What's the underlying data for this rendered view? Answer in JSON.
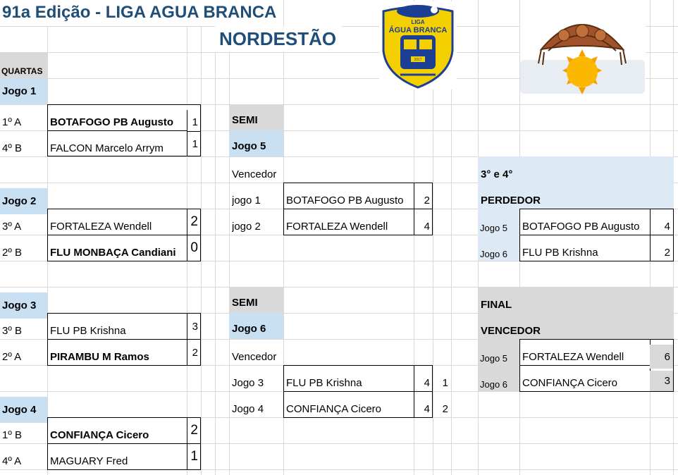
{
  "header": {
    "title": "91a Edição - LIGA AGUA BRANCA",
    "subtitle": "NORDESTÃO"
  },
  "logo": {
    "top_text": "LIGA",
    "name": "ÁGUA BRANCA",
    "year": "2017"
  },
  "quartas": {
    "label": "QUARTAS",
    "games": [
      {
        "label": "Jogo 1",
        "teams": [
          {
            "seed": "1º A",
            "name": "BOTAFOGO PB Augusto",
            "score": "1",
            "winner": true
          },
          {
            "seed": "4º B",
            "name": "FALCON Marcelo Arrym",
            "score": "1",
            "winner": false
          }
        ]
      },
      {
        "label": "Jogo 2",
        "teams": [
          {
            "seed": "3º A",
            "name": "FORTALEZA Wendell",
            "score": "2",
            "winner": false
          },
          {
            "seed": "2º B",
            "name": "FLU MONBAÇA Candiani",
            "score": "0",
            "winner": true
          }
        ]
      },
      {
        "label": "Jogo 3",
        "teams": [
          {
            "seed": "3º B",
            "name": "FLU PB Krishna",
            "score": "3",
            "winner": false
          },
          {
            "seed": "2º A",
            "name": "PIRAMBU M Ramos",
            "score": "2",
            "winner": true
          }
        ]
      },
      {
        "label": "Jogo 4",
        "teams": [
          {
            "seed": "1º B",
            "name": "CONFIANÇA Cicero",
            "score": "2",
            "winner": true
          },
          {
            "seed": "4º A",
            "name": "MAGUARY Fred",
            "score": "1",
            "winner": false
          }
        ]
      }
    ]
  },
  "semi1": {
    "label": "SEMI",
    "game": "Jogo 5",
    "vencedor": "Vencedor",
    "rows": [
      {
        "from": "jogo 1",
        "name": "BOTAFOGO PB Augusto",
        "score": "2"
      },
      {
        "from": "jogo 2",
        "name": "FORTALEZA Wendell",
        "score": "4"
      }
    ]
  },
  "semi2": {
    "label": "SEMI",
    "game": "Jogo 6",
    "vencedor": "Vencedor",
    "rows": [
      {
        "from": "Jogo 3",
        "name": "FLU PB Krishna",
        "score": "4",
        "pen": "1"
      },
      {
        "from": "Jogo 4",
        "name": "CONFIANÇA Cicero",
        "score": "4",
        "pen": "2"
      }
    ]
  },
  "third": {
    "label": "3° e 4°",
    "sub": "PERDEDOR",
    "rows": [
      {
        "from": "Jogo 5",
        "name": "BOTAFOGO PB Augusto",
        "score": "4"
      },
      {
        "from": "Jogo 6",
        "name": "FLU PB Krishna",
        "score": "2"
      }
    ]
  },
  "final": {
    "label": "FINAL",
    "sub": "VENCEDOR",
    "rows": [
      {
        "from": "Jogo 5",
        "name": "FORTALEZA Wendell",
        "score": "6"
      },
      {
        "from": "Jogo 6",
        "name": "CONFIANÇA Cicero",
        "score": "3"
      }
    ]
  },
  "colors": {
    "title": "#1f4e79",
    "header_fill": "#c9dff2",
    "gray_fill": "#d9d9d9",
    "logo_yellow": "#f5d000",
    "logo_blue": "#1c3f94"
  },
  "icons": [
    "league-shield-logo",
    "sun-hat-icon"
  ]
}
